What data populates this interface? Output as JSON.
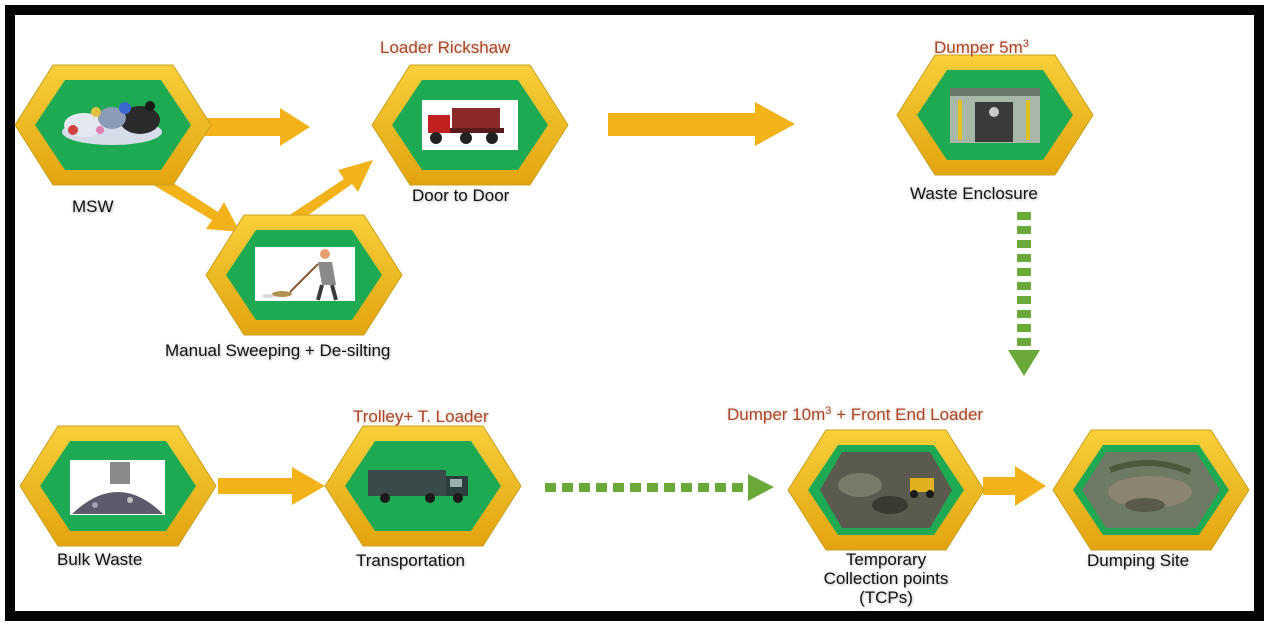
{
  "nodes": {
    "msw": "MSW",
    "manual_sweeping": "Manual Sweeping + De-silting",
    "door_to_door": "Door to Door",
    "waste_enclosure": "Waste Enclosure",
    "bulk_waste": "Bulk Waste",
    "transportation": "Transportation",
    "tcp_line1": "Temporary",
    "tcp_line2": "Collection points",
    "tcp_line3": "(TCPs)",
    "dumping_site": "Dumping Site"
  },
  "vehicles": {
    "loader_rickshaw": "Loader Rickshaw",
    "dumper_small": "Dumper 5m",
    "dumper_small_sup": "3",
    "trolley_loader": "Trolley+ T. Loader",
    "dumper_large_a": "Dumper 10m",
    "dumper_large_sup": "3",
    "dumper_large_b": " + Front End Loader"
  },
  "colors": {
    "hexagon_gold": "#f2bb18",
    "hexagon_green": "#1eaa52",
    "arrow_gold": "#f2b21a",
    "arrow_green_dashed": "#6aa83a",
    "vehicle_label": "#a8472a",
    "frame": "#050505"
  }
}
